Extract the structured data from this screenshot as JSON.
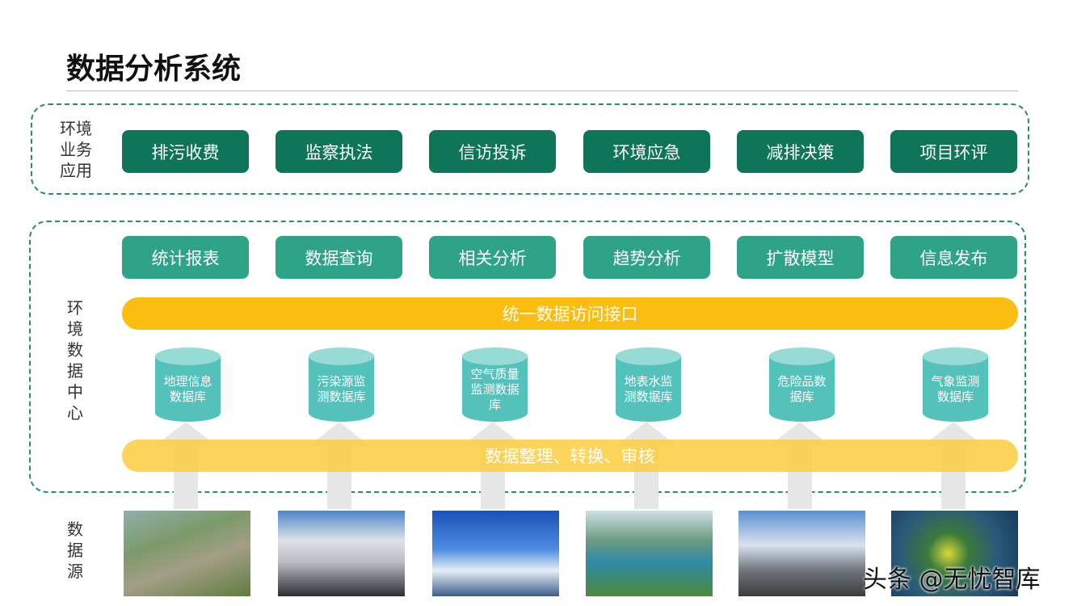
{
  "title": "数据分析系统",
  "apps": {
    "label": [
      "环境",
      "业务",
      "应用"
    ],
    "items": [
      "排污收费",
      "监察执法",
      "信访投诉",
      "环境应急",
      "减排决策",
      "项目环评"
    ]
  },
  "center": {
    "label": [
      "环",
      "境",
      "数",
      "据",
      "中",
      "心"
    ],
    "functions": [
      "统计报表",
      "数据查询",
      "相关分析",
      "趋势分析",
      "扩散模型",
      "信息发布"
    ],
    "access_bar": "统一数据访问接口",
    "databases": [
      "地理信息数据库",
      "污染源监测数据库",
      "空气质量监测数据库",
      "地表水监测数据库",
      "危险品数据库",
      "气象监测数据库"
    ],
    "process_bar": "数据整理、转换、审核"
  },
  "sources": {
    "label": [
      "数",
      "据",
      "源"
    ]
  },
  "watermark": "头条 @无忧智库"
}
